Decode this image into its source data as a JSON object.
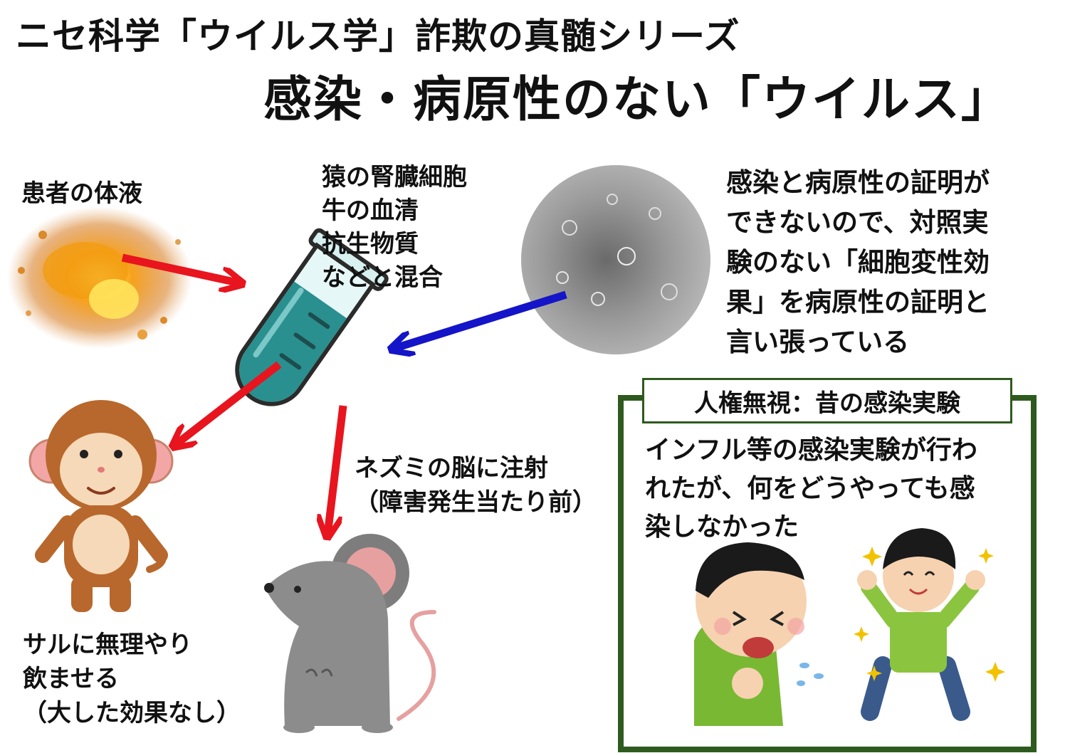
{
  "title": {
    "series": "ニセ科学「ウイルス学」詐欺の真髄シリーズ",
    "main": "感染・病原性のない「ウイルス」"
  },
  "labels": {
    "patient_fluid": "患者の体液",
    "mix_items": [
      "猿の腎臓細胞",
      "牛の血清",
      "抗生物質",
      "などと混合"
    ],
    "explanation_lines": [
      "感染と病原性の証明が",
      "できないので、対照実",
      "験のない「細胞変性効",
      "果」を病原性の証明と",
      "言い張っている"
    ],
    "mouse_caption_lines": [
      "ネズミの脳に注射",
      "（障害発生当たり前）"
    ],
    "monkey_caption_lines": [
      "サルに無理やり",
      "飲ませる",
      "（大した効果なし）"
    ]
  },
  "box": {
    "title": "人権無視：昔の感染実験",
    "text_lines": [
      "インフル等の感染実験が行わ",
      "れたが、何をどうやっても感",
      "染しなかった"
    ]
  },
  "colors": {
    "arrow_red": "#e8141e",
    "arrow_blue": "#1414c8",
    "box_border": "#2f5a1f",
    "tube_liquid": "#2a8f8f",
    "monkey_brown": "#b8682c",
    "mouse_gray": "#8c8c8c",
    "sick_shirt": "#79b833",
    "happy_shirt": "#8bc53f",
    "pants": "#3a5a8c"
  },
  "icons": [
    "splash-icon",
    "test-tube-icon",
    "cell-culture-icon",
    "monkey-icon",
    "mouse-icon",
    "sick-man-icon",
    "healthy-man-icon"
  ]
}
